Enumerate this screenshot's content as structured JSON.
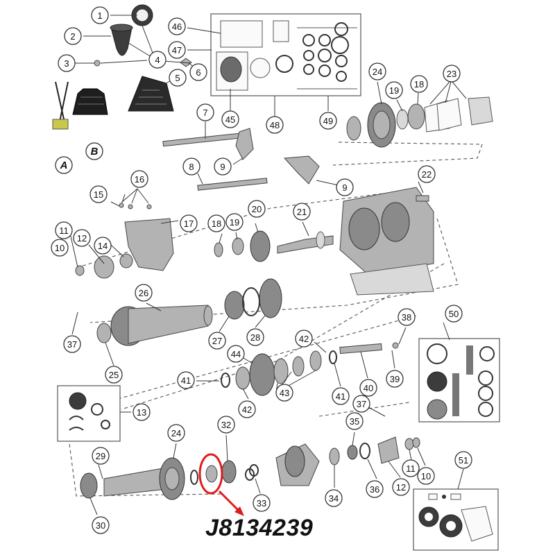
{
  "part_number": "J8134239",
  "callouts": [
    {
      "id": "c1",
      "label": "1"
    },
    {
      "id": "c2",
      "label": "2"
    },
    {
      "id": "c3",
      "label": "3"
    },
    {
      "id": "c4",
      "label": "4"
    },
    {
      "id": "c5",
      "label": "5"
    },
    {
      "id": "c6",
      "label": "6"
    },
    {
      "id": "c7",
      "label": "7"
    },
    {
      "id": "c8",
      "label": "8"
    },
    {
      "id": "c9a",
      "label": "9"
    },
    {
      "id": "c9b",
      "label": "9"
    },
    {
      "id": "c10a",
      "label": "10"
    },
    {
      "id": "c10b",
      "label": "10"
    },
    {
      "id": "c11a",
      "label": "11"
    },
    {
      "id": "c11b",
      "label": "11"
    },
    {
      "id": "c12a",
      "label": "12"
    },
    {
      "id": "c12b",
      "label": "12"
    },
    {
      "id": "c13",
      "label": "13"
    },
    {
      "id": "c14",
      "label": "14"
    },
    {
      "id": "c15",
      "label": "15"
    },
    {
      "id": "c16",
      "label": "16"
    },
    {
      "id": "c17",
      "label": "17"
    },
    {
      "id": "c18a",
      "label": "18"
    },
    {
      "id": "c18b",
      "label": "18"
    },
    {
      "id": "c19a",
      "label": "19"
    },
    {
      "id": "c19b",
      "label": "19"
    },
    {
      "id": "c20",
      "label": "20"
    },
    {
      "id": "c21",
      "label": "21"
    },
    {
      "id": "c22",
      "label": "22"
    },
    {
      "id": "c23",
      "label": "23"
    },
    {
      "id": "c24a",
      "label": "24"
    },
    {
      "id": "c24b",
      "label": "24"
    },
    {
      "id": "c25",
      "label": "25"
    },
    {
      "id": "c26",
      "label": "26"
    },
    {
      "id": "c27",
      "label": "27"
    },
    {
      "id": "c28",
      "label": "28"
    },
    {
      "id": "c29",
      "label": "29"
    },
    {
      "id": "c30",
      "label": "30"
    },
    {
      "id": "c32",
      "label": "32"
    },
    {
      "id": "c33",
      "label": "33"
    },
    {
      "id": "c34",
      "label": "34"
    },
    {
      "id": "c35",
      "label": "35"
    },
    {
      "id": "c36",
      "label": "36"
    },
    {
      "id": "c37a",
      "label": "37"
    },
    {
      "id": "c37b",
      "label": "37"
    },
    {
      "id": "c38",
      "label": "38"
    },
    {
      "id": "c39",
      "label": "39"
    },
    {
      "id": "c40",
      "label": "40"
    },
    {
      "id": "c41a",
      "label": "41"
    },
    {
      "id": "c41b",
      "label": "41"
    },
    {
      "id": "c42a",
      "label": "42"
    },
    {
      "id": "c42b",
      "label": "42"
    },
    {
      "id": "c43",
      "label": "43"
    },
    {
      "id": "c44",
      "label": "44"
    },
    {
      "id": "c45",
      "label": "45"
    },
    {
      "id": "c46",
      "label": "46"
    },
    {
      "id": "c47",
      "label": "47"
    },
    {
      "id": "c48",
      "label": "48"
    },
    {
      "id": "c49",
      "label": "49"
    },
    {
      "id": "c50",
      "label": "50"
    },
    {
      "id": "c51",
      "label": "51"
    },
    {
      "id": "cA",
      "label": "A"
    },
    {
      "id": "cB",
      "label": "B"
    }
  ],
  "colors": {
    "highlight": "#e01b1b",
    "line": "#333333",
    "metal": "#b3b3b3"
  }
}
